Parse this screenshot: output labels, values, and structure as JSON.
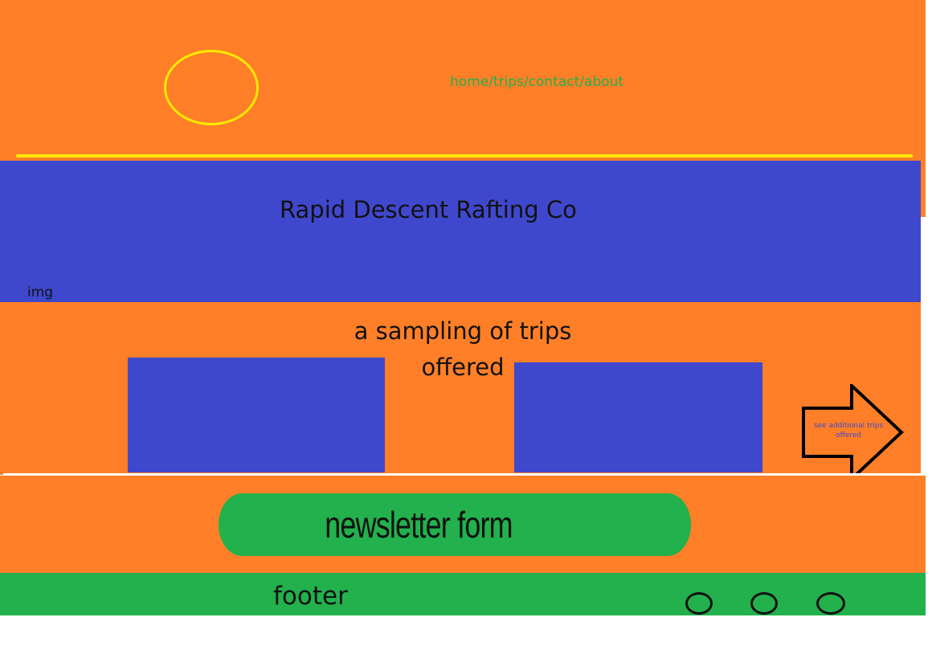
{
  "header": {
    "nav_text": "home/trips/contact/about"
  },
  "hero": {
    "title": "Rapid Descent Rafting Co",
    "image_label": "img"
  },
  "trips": {
    "heading": "a sampling of trips offered",
    "more_link": "see additional trips offered"
  },
  "newsletter": {
    "label": "newsletter form"
  },
  "footer": {
    "label": "footer"
  },
  "colors": {
    "orange": "#fe7f27",
    "blue": "#3f48cc",
    "green": "#22b14c",
    "yellow": "#ffea00"
  }
}
